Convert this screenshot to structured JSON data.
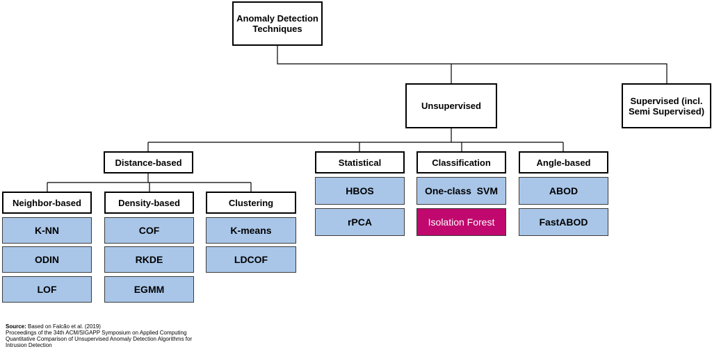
{
  "root": "Anomaly Detection Techniques",
  "unsupervised": "Unsupervised",
  "supervised": "Supervised (incl. Semi Supervised)",
  "categories": {
    "distance": "Distance-based",
    "statistical": "Statistical",
    "classification": "Classification",
    "angle": "Angle-based",
    "neighbor": "Neighbor-based",
    "density": "Density-based",
    "clustering": "Clustering"
  },
  "methods": {
    "neighbor": [
      "K-NN",
      "ODIN",
      "LOF"
    ],
    "density": [
      "COF",
      "RKDE",
      "EGMM"
    ],
    "clustering": [
      "K-means",
      "LDCOF"
    ],
    "statistical": [
      "HBOS",
      "rPCA"
    ],
    "classification": [
      "One-class  SVM",
      "Isolation Forest"
    ],
    "angle": [
      "ABOD",
      "FastABOD"
    ]
  },
  "highlight_color": "#c0086e",
  "leaf_color": "#a9c6e8",
  "source": {
    "label": "Source:",
    "line1": " Based on Falcão et al. (2019)",
    "line2": "Proceedings of the 34th ACM/SIGAPP  Symposium on Applied Computing",
    "line3": "Quantitative Comparison  of Unsupervised Anomaly Detection Algorithms for",
    "line4": "Intrusion Detection"
  }
}
